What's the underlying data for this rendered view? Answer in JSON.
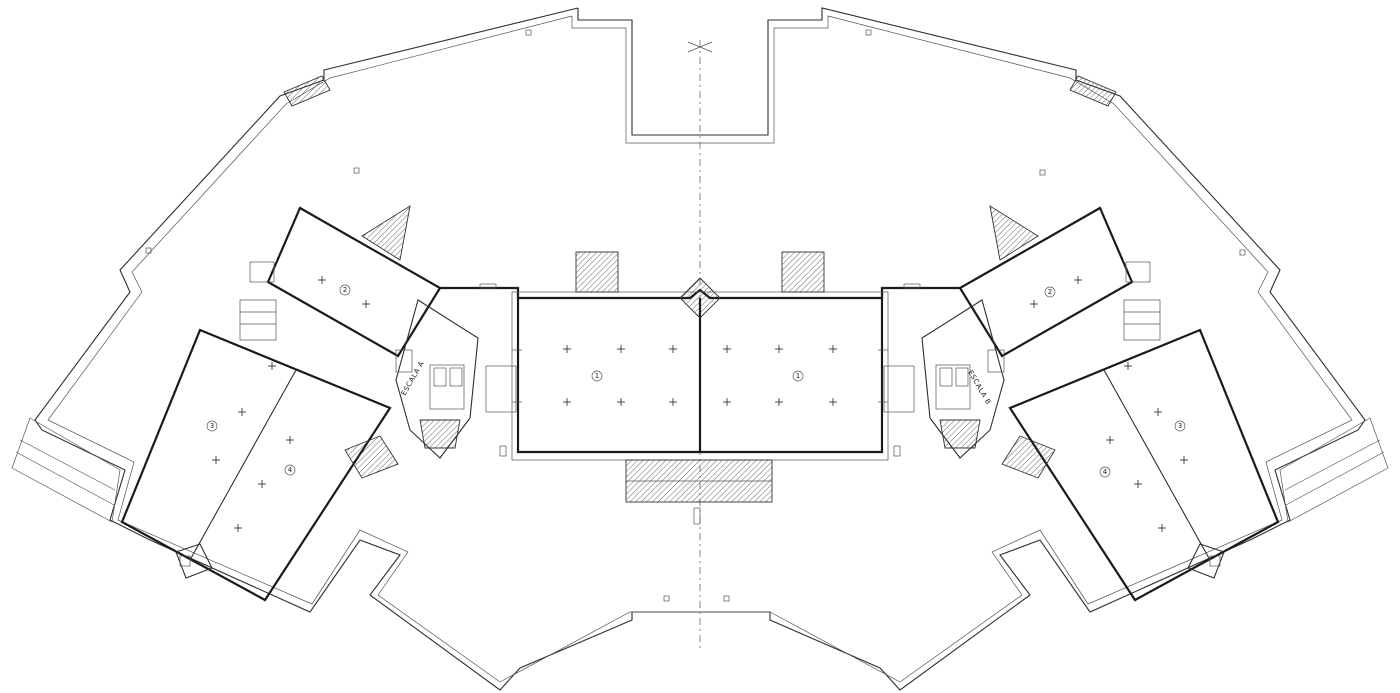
{
  "drawing": {
    "stair_labels": [
      "ESCALA A",
      "ESCALA B"
    ],
    "room_labels": [
      {
        "id": "left-upper-wing",
        "text": "2"
      },
      {
        "id": "left-lower-wing-a",
        "text": "3"
      },
      {
        "id": "left-lower-wing-b",
        "text": "4"
      },
      {
        "id": "center-left",
        "text": "1"
      },
      {
        "id": "center-right",
        "text": "1"
      },
      {
        "id": "right-upper-wing",
        "text": "2"
      },
      {
        "id": "right-lower-wing-a",
        "text": "3"
      },
      {
        "id": "right-lower-wing-b",
        "text": "4"
      }
    ]
  }
}
